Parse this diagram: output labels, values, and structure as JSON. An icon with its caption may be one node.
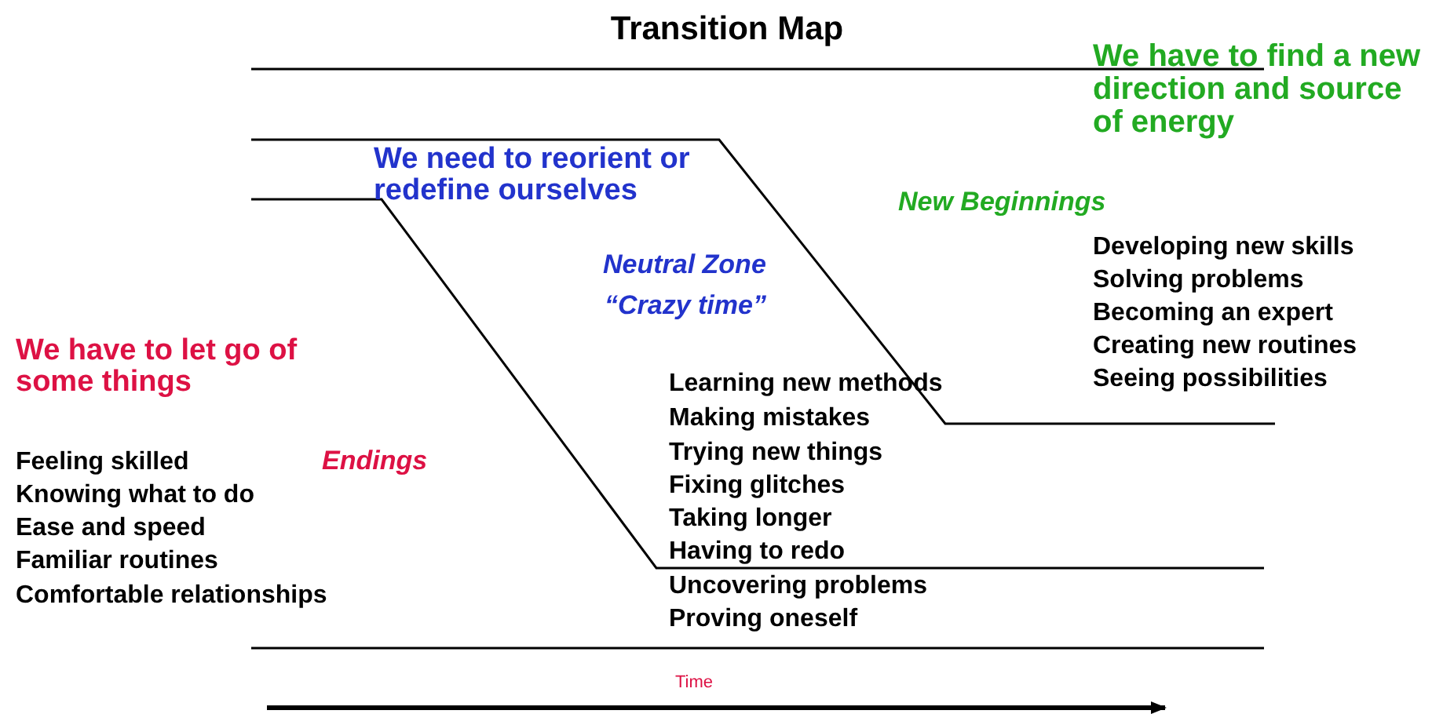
{
  "diagram": {
    "title": "Transition Map",
    "labels": [
      "We have to find a new direction and source of energy",
      "We need to reorient or redefine ourselves",
      "New Beginnings",
      "Developing new skills",
      "Solving problems",
      "Becoming an expert",
      "Creating new routines",
      "Seeing possibilities",
      "Neutral Zone",
      "“Crazy time”",
      "We have to let go of some things",
      "Learning new methods",
      "Making mistakes",
      "Feeling skilled",
      "Endings",
      "Trying new things",
      "Knowing what to do",
      "Fixing glitches",
      "Ease and speed",
      "Taking longer",
      "Familiar routines",
      "Having to redo",
      "Comfortable relationships",
      "Uncovering problems",
      "Proving oneself",
      "Time"
    ]
  }
}
